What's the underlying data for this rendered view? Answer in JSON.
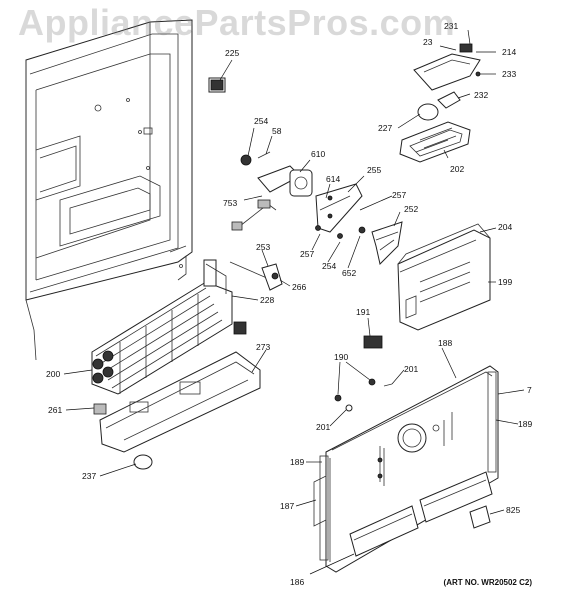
{
  "watermark": "AppliancePartsPros.com",
  "art_number": "(ART NO. WR20502 C2)",
  "callouts": [
    "231",
    "23",
    "214",
    "233",
    "232",
    "227",
    "202",
    "225",
    "254",
    "58",
    "610",
    "614",
    "255",
    "753",
    "257",
    "252",
    "257",
    "254",
    "652",
    "204",
    "199",
    "253",
    "266",
    "228",
    "191",
    "190",
    "201",
    "188",
    "7",
    "189",
    "201",
    "273",
    "200",
    "261",
    "237",
    "189",
    "187",
    "825",
    "186"
  ]
}
